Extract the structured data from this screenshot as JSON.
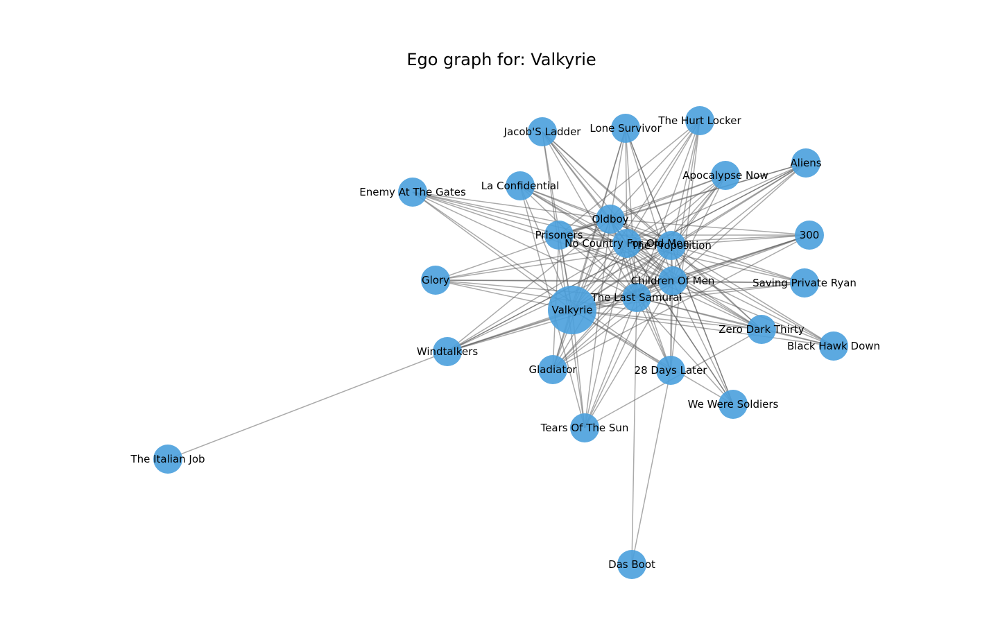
{
  "title": "Ego graph for: Valkyrie",
  "node_color": "#4aa0dd",
  "edge_color": "#555555",
  "nodes": [
    {
      "id": "valkyrie",
      "label": "Valkyrie",
      "ego": true
    },
    {
      "id": "jacobs-ladder",
      "label": "Jacob'S Ladder"
    },
    {
      "id": "lone-survivor",
      "label": "Lone Survivor"
    },
    {
      "id": "hurt-locker",
      "label": "The Hurt Locker"
    },
    {
      "id": "aliens",
      "label": "Aliens"
    },
    {
      "id": "apocalypse-now",
      "label": "Apocalypse Now"
    },
    {
      "id": "la-confidential",
      "label": "La Confidential"
    },
    {
      "id": "enemy-at-the-gates",
      "label": "Enemy At The Gates"
    },
    {
      "id": "oldboy",
      "label": "Oldboy"
    },
    {
      "id": "prisoners",
      "label": "Prisoners"
    },
    {
      "id": "no-country",
      "label": "No Country For Old Men"
    },
    {
      "id": "proposition",
      "label": "The Proposition"
    },
    {
      "id": "three-hundred",
      "label": "300"
    },
    {
      "id": "glory",
      "label": "Glory"
    },
    {
      "id": "children-of-men",
      "label": "Children Of Men"
    },
    {
      "id": "saving-private-ryan",
      "label": "Saving Private Ryan"
    },
    {
      "id": "last-samurai",
      "label": "The Last Samurai"
    },
    {
      "id": "zero-dark-thirty",
      "label": "Zero Dark Thirty"
    },
    {
      "id": "black-hawk-down",
      "label": "Black Hawk Down"
    },
    {
      "id": "windtalkers",
      "label": "Windtalkers"
    },
    {
      "id": "gladiator",
      "label": "Gladiator"
    },
    {
      "id": "twenty-eight-days-later",
      "label": "28 Days Later"
    },
    {
      "id": "we-were-soldiers",
      "label": "We Were Soldiers"
    },
    {
      "id": "tears-of-the-sun",
      "label": "Tears Of The Sun"
    },
    {
      "id": "italian-job",
      "label": "The Italian Job"
    },
    {
      "id": "das-boot",
      "label": "Das Boot"
    }
  ],
  "edges": [
    [
      "valkyrie",
      "jacobs-ladder"
    ],
    [
      "valkyrie",
      "lone-survivor"
    ],
    [
      "valkyrie",
      "hurt-locker"
    ],
    [
      "valkyrie",
      "aliens"
    ],
    [
      "valkyrie",
      "apocalypse-now"
    ],
    [
      "valkyrie",
      "la-confidential"
    ],
    [
      "valkyrie",
      "enemy-at-the-gates"
    ],
    [
      "valkyrie",
      "oldboy"
    ],
    [
      "valkyrie",
      "prisoners"
    ],
    [
      "valkyrie",
      "no-country"
    ],
    [
      "valkyrie",
      "proposition"
    ],
    [
      "valkyrie",
      "three-hundred"
    ],
    [
      "valkyrie",
      "glory"
    ],
    [
      "valkyrie",
      "children-of-men"
    ],
    [
      "valkyrie",
      "saving-private-ryan"
    ],
    [
      "valkyrie",
      "last-samurai"
    ],
    [
      "valkyrie",
      "zero-dark-thirty"
    ],
    [
      "valkyrie",
      "black-hawk-down"
    ],
    [
      "valkyrie",
      "windtalkers"
    ],
    [
      "valkyrie",
      "gladiator"
    ],
    [
      "valkyrie",
      "twenty-eight-days-later"
    ],
    [
      "valkyrie",
      "we-were-soldiers"
    ],
    [
      "valkyrie",
      "tears-of-the-sun"
    ],
    [
      "windtalkers",
      "italian-job"
    ],
    [
      "das-boot",
      "twenty-eight-days-later"
    ],
    [
      "das-boot",
      "last-samurai"
    ],
    [
      "jacobs-ladder",
      "oldboy"
    ],
    [
      "jacobs-ladder",
      "no-country"
    ],
    [
      "jacobs-ladder",
      "proposition"
    ],
    [
      "jacobs-ladder",
      "children-of-men"
    ],
    [
      "jacobs-ladder",
      "last-samurai"
    ],
    [
      "jacobs-ladder",
      "tears-of-the-sun"
    ],
    [
      "jacobs-ladder",
      "zero-dark-thirty"
    ],
    [
      "lone-survivor",
      "oldboy"
    ],
    [
      "lone-survivor",
      "no-country"
    ],
    [
      "lone-survivor",
      "proposition"
    ],
    [
      "lone-survivor",
      "children-of-men"
    ],
    [
      "lone-survivor",
      "last-samurai"
    ],
    [
      "lone-survivor",
      "gladiator"
    ],
    [
      "lone-survivor",
      "we-were-soldiers"
    ],
    [
      "hurt-locker",
      "oldboy"
    ],
    [
      "hurt-locker",
      "no-country"
    ],
    [
      "hurt-locker",
      "proposition"
    ],
    [
      "hurt-locker",
      "children-of-men"
    ],
    [
      "hurt-locker",
      "last-samurai"
    ],
    [
      "hurt-locker",
      "prisoners"
    ],
    [
      "hurt-locker",
      "twenty-eight-days-later"
    ],
    [
      "aliens",
      "oldboy"
    ],
    [
      "aliens",
      "no-country"
    ],
    [
      "aliens",
      "proposition"
    ],
    [
      "aliens",
      "children-of-men"
    ],
    [
      "aliens",
      "last-samurai"
    ],
    [
      "aliens",
      "prisoners"
    ],
    [
      "aliens",
      "windtalkers"
    ],
    [
      "apocalypse-now",
      "oldboy"
    ],
    [
      "apocalypse-now",
      "no-country"
    ],
    [
      "apocalypse-now",
      "proposition"
    ],
    [
      "apocalypse-now",
      "children-of-men"
    ],
    [
      "apocalypse-now",
      "last-samurai"
    ],
    [
      "apocalypse-now",
      "prisoners"
    ],
    [
      "apocalypse-now",
      "gladiator"
    ],
    [
      "la-confidential",
      "oldboy"
    ],
    [
      "la-confidential",
      "no-country"
    ],
    [
      "la-confidential",
      "proposition"
    ],
    [
      "la-confidential",
      "children-of-men"
    ],
    [
      "la-confidential",
      "last-samurai"
    ],
    [
      "la-confidential",
      "zero-dark-thirty"
    ],
    [
      "la-confidential",
      "tears-of-the-sun"
    ],
    [
      "enemy-at-the-gates",
      "oldboy"
    ],
    [
      "enemy-at-the-gates",
      "no-country"
    ],
    [
      "enemy-at-the-gates",
      "proposition"
    ],
    [
      "enemy-at-the-gates",
      "children-of-men"
    ],
    [
      "enemy-at-the-gates",
      "last-samurai"
    ],
    [
      "enemy-at-the-gates",
      "prisoners"
    ],
    [
      "enemy-at-the-gates",
      "twenty-eight-days-later"
    ],
    [
      "oldboy",
      "prisoners"
    ],
    [
      "oldboy",
      "no-country"
    ],
    [
      "oldboy",
      "proposition"
    ],
    [
      "oldboy",
      "children-of-men"
    ],
    [
      "oldboy",
      "last-samurai"
    ],
    [
      "oldboy",
      "glory"
    ],
    [
      "oldboy",
      "windtalkers"
    ],
    [
      "oldboy",
      "gladiator"
    ],
    [
      "oldboy",
      "tears-of-the-sun"
    ],
    [
      "oldboy",
      "saving-private-ryan"
    ],
    [
      "oldboy",
      "black-hawk-down"
    ],
    [
      "oldboy",
      "we-were-soldiers"
    ],
    [
      "oldboy",
      "twenty-eight-days-later"
    ],
    [
      "oldboy",
      "three-hundred"
    ],
    [
      "prisoners",
      "no-country"
    ],
    [
      "prisoners",
      "proposition"
    ],
    [
      "prisoners",
      "children-of-men"
    ],
    [
      "prisoners",
      "last-samurai"
    ],
    [
      "prisoners",
      "gladiator"
    ],
    [
      "prisoners",
      "zero-dark-thirty"
    ],
    [
      "prisoners",
      "three-hundred"
    ],
    [
      "no-country",
      "proposition"
    ],
    [
      "no-country",
      "children-of-men"
    ],
    [
      "no-country",
      "last-samurai"
    ],
    [
      "no-country",
      "glory"
    ],
    [
      "no-country",
      "windtalkers"
    ],
    [
      "no-country",
      "tears-of-the-sun"
    ],
    [
      "no-country",
      "twenty-eight-days-later"
    ],
    [
      "no-country",
      "we-were-soldiers"
    ],
    [
      "no-country",
      "saving-private-ryan"
    ],
    [
      "no-country",
      "black-hawk-down"
    ],
    [
      "no-country",
      "three-hundred"
    ],
    [
      "no-country",
      "zero-dark-thirty"
    ],
    [
      "no-country",
      "gladiator"
    ],
    [
      "proposition",
      "children-of-men"
    ],
    [
      "proposition",
      "last-samurai"
    ],
    [
      "proposition",
      "glory"
    ],
    [
      "proposition",
      "windtalkers"
    ],
    [
      "proposition",
      "tears-of-the-sun"
    ],
    [
      "proposition",
      "twenty-eight-days-later"
    ],
    [
      "proposition",
      "we-were-soldiers"
    ],
    [
      "proposition",
      "saving-private-ryan"
    ],
    [
      "proposition",
      "black-hawk-down"
    ],
    [
      "proposition",
      "three-hundred"
    ],
    [
      "proposition",
      "zero-dark-thirty"
    ],
    [
      "proposition",
      "gladiator"
    ],
    [
      "children-of-men",
      "last-samurai"
    ],
    [
      "children-of-men",
      "glory"
    ],
    [
      "children-of-men",
      "windtalkers"
    ],
    [
      "children-of-men",
      "tears-of-the-sun"
    ],
    [
      "children-of-men",
      "twenty-eight-days-later"
    ],
    [
      "children-of-men",
      "we-were-soldiers"
    ],
    [
      "children-of-men",
      "saving-private-ryan"
    ],
    [
      "children-of-men",
      "black-hawk-down"
    ],
    [
      "children-of-men",
      "three-hundred"
    ],
    [
      "children-of-men",
      "zero-dark-thirty"
    ],
    [
      "children-of-men",
      "gladiator"
    ],
    [
      "last-samurai",
      "glory"
    ],
    [
      "last-samurai",
      "windtalkers"
    ],
    [
      "last-samurai",
      "tears-of-the-sun"
    ],
    [
      "last-samurai",
      "twenty-eight-days-later"
    ],
    [
      "last-samurai",
      "we-were-soldiers"
    ],
    [
      "last-samurai",
      "saving-private-ryan"
    ],
    [
      "last-samurai",
      "black-hawk-down"
    ],
    [
      "last-samurai",
      "three-hundred"
    ],
    [
      "last-samurai",
      "zero-dark-thirty"
    ],
    [
      "last-samurai",
      "gladiator"
    ],
    [
      "windtalkers",
      "three-hundred"
    ],
    [
      "glory",
      "saving-private-ryan"
    ],
    [
      "glory",
      "zero-dark-thirty"
    ],
    [
      "zero-dark-thirty",
      "black-hawk-down"
    ],
    [
      "gladiator",
      "three-hundred"
    ],
    [
      "tears-of-the-sun",
      "zero-dark-thirty"
    ],
    [
      "windtalkers",
      "aliens"
    ]
  ]
}
